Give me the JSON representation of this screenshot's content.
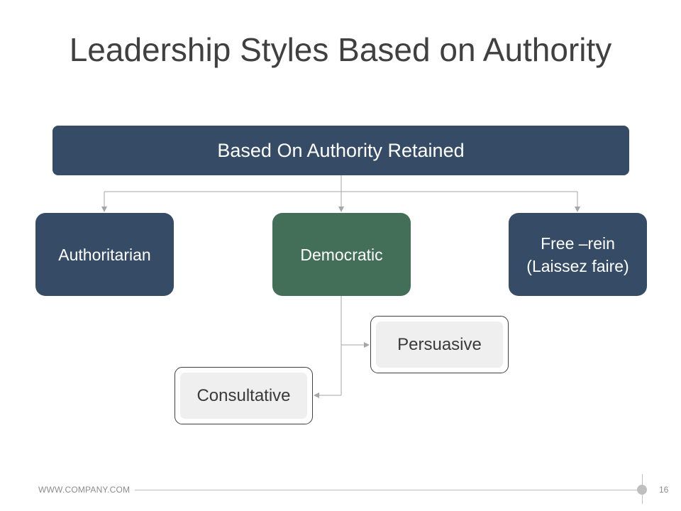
{
  "slide": {
    "title": "Leadership Styles Based on Authority"
  },
  "diagram": {
    "root": "Based On Authority Retained",
    "styles": [
      {
        "id": "authoritarian",
        "label": "Authoritarian",
        "color": "#364c66"
      },
      {
        "id": "democratic",
        "label": "Democratic",
        "color": "#436e58"
      },
      {
        "id": "free-rein",
        "label": "Free –rein\n(Laissez faire)",
        "color": "#364c66"
      }
    ],
    "democratic_substyles": [
      {
        "id": "persuasive",
        "label": "Persuasive"
      },
      {
        "id": "consultative",
        "label": "Consultative"
      }
    ]
  },
  "footer": {
    "website": "WWW.COMPANY.COM",
    "page_number": "16"
  }
}
